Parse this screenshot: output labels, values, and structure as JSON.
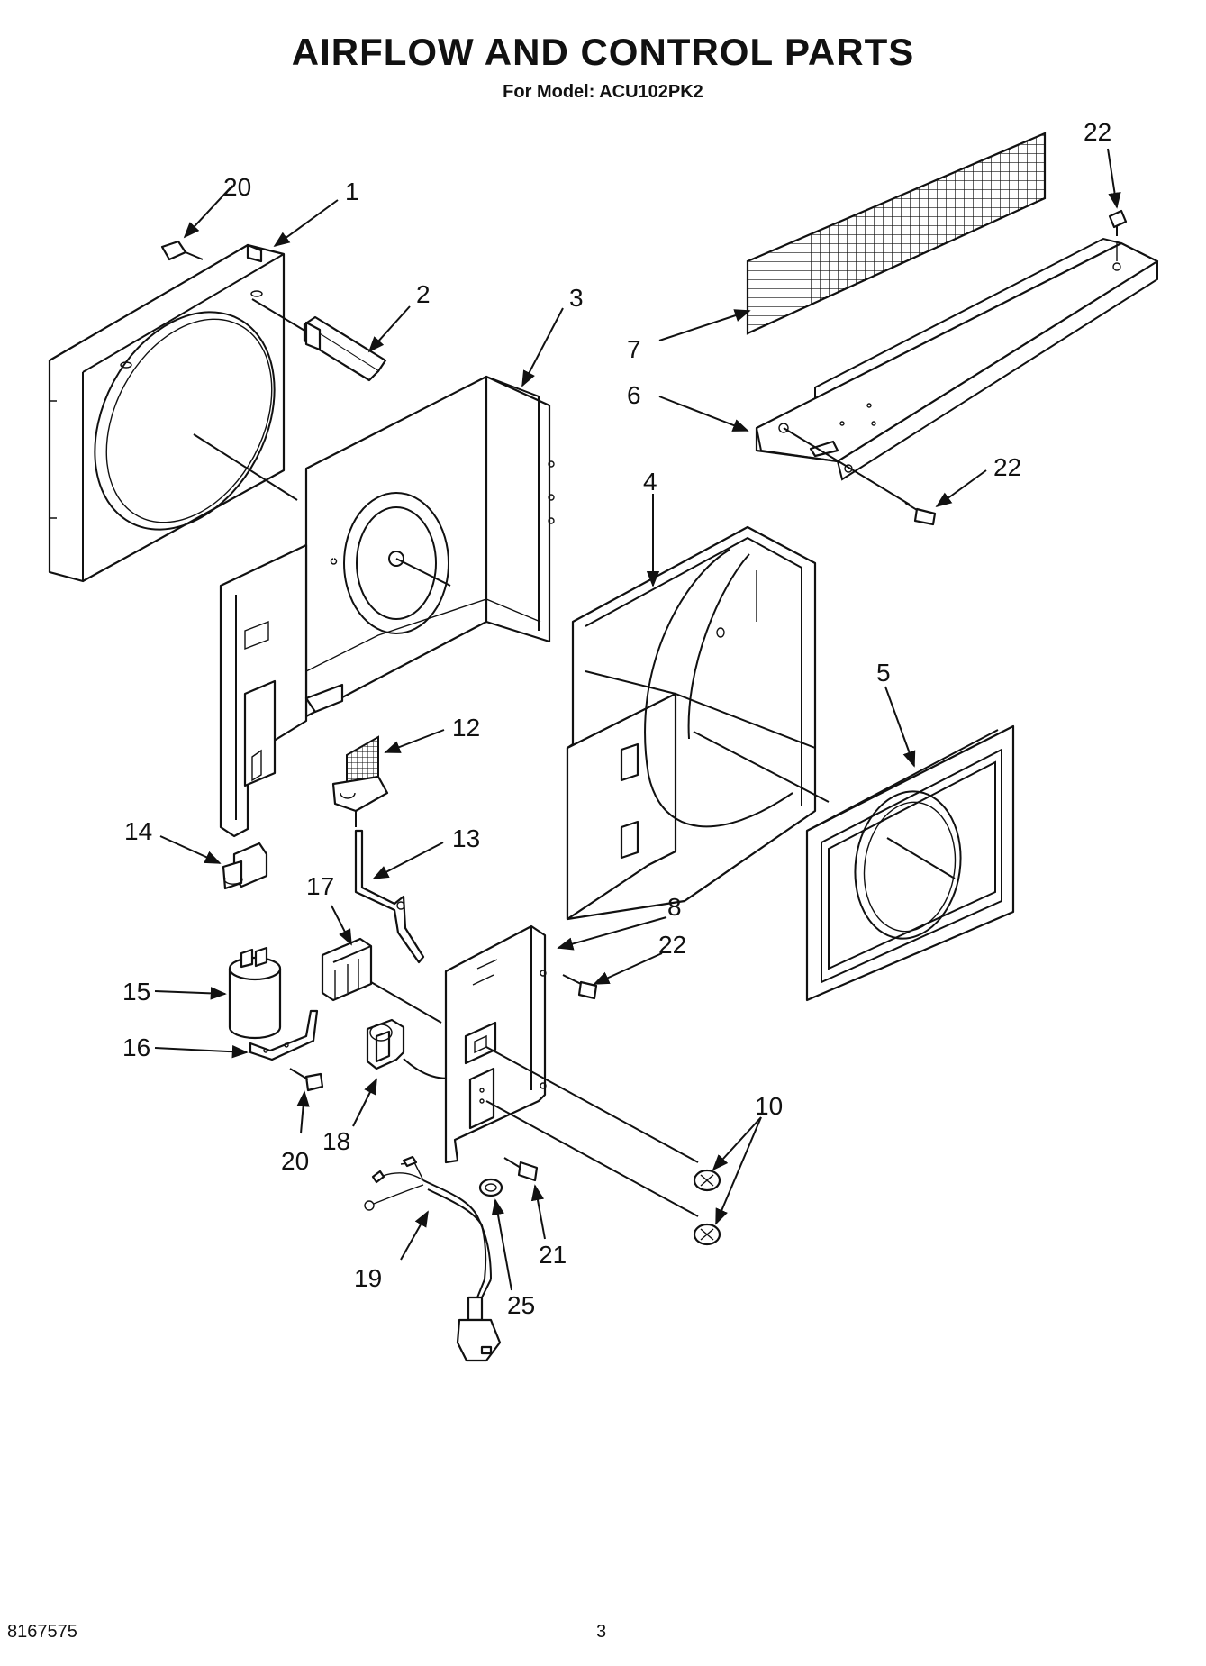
{
  "header": {
    "title": "AIRFLOW AND CONTROL PARTS",
    "subtitle": "For Model: ACU102PK2"
  },
  "footer": {
    "doc_number": "8167575",
    "page_number": "3"
  },
  "callouts": {
    "c1": "1",
    "c2": "2",
    "c3": "3",
    "c4": "4",
    "c5": "5",
    "c6": "6",
    "c7": "7",
    "c8": "8",
    "c10": "10",
    "c12": "12",
    "c13": "13",
    "c14": "14",
    "c15": "15",
    "c16": "16",
    "c17": "17",
    "c18": "18",
    "c19": "19",
    "c20a": "20",
    "c20b": "20",
    "c21": "21",
    "c22a": "22",
    "c22b": "22",
    "c22c": "22",
    "c25": "25"
  }
}
